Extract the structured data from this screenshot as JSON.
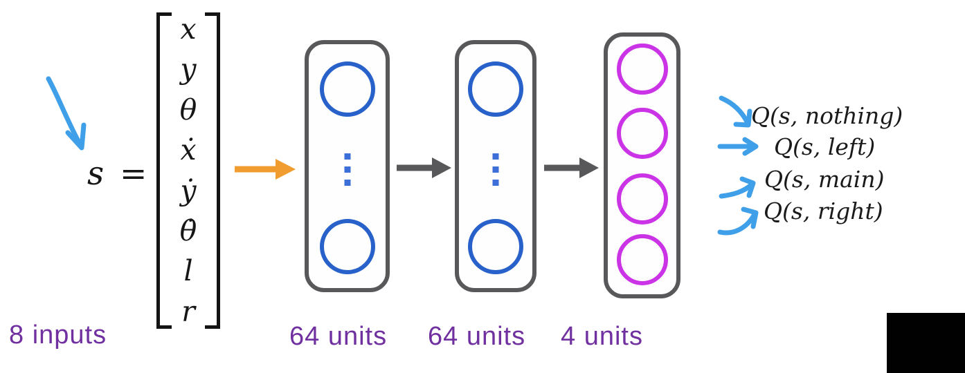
{
  "input": {
    "symbol": "s =",
    "vector_elements": [
      "x",
      "y",
      "θ",
      "ẋ",
      "ẏ",
      "θ̇",
      "l",
      "r"
    ],
    "label": "8 inputs"
  },
  "layers": [
    {
      "id": "hidden-1",
      "label": "64 units"
    },
    {
      "id": "hidden-2",
      "label": "64 units"
    },
    {
      "id": "output",
      "label": "4 units"
    }
  ],
  "outputs": [
    {
      "label": "Q(s, nothing)"
    },
    {
      "label": "Q(s, left)"
    },
    {
      "label": "Q(s, main)"
    },
    {
      "label": "Q(s, right)"
    }
  ],
  "colors": {
    "hidden_unit_blue": "#2761c9",
    "output_unit_magenta": "#cb34e6",
    "box_border_gray": "#58585a",
    "gray_arrow": "#58585a",
    "orange_arrow": "#f09c2e",
    "blue_hand_arrow": "#3f9fe8",
    "purple_caption": "#7030a0",
    "black_corner": "#010101"
  }
}
